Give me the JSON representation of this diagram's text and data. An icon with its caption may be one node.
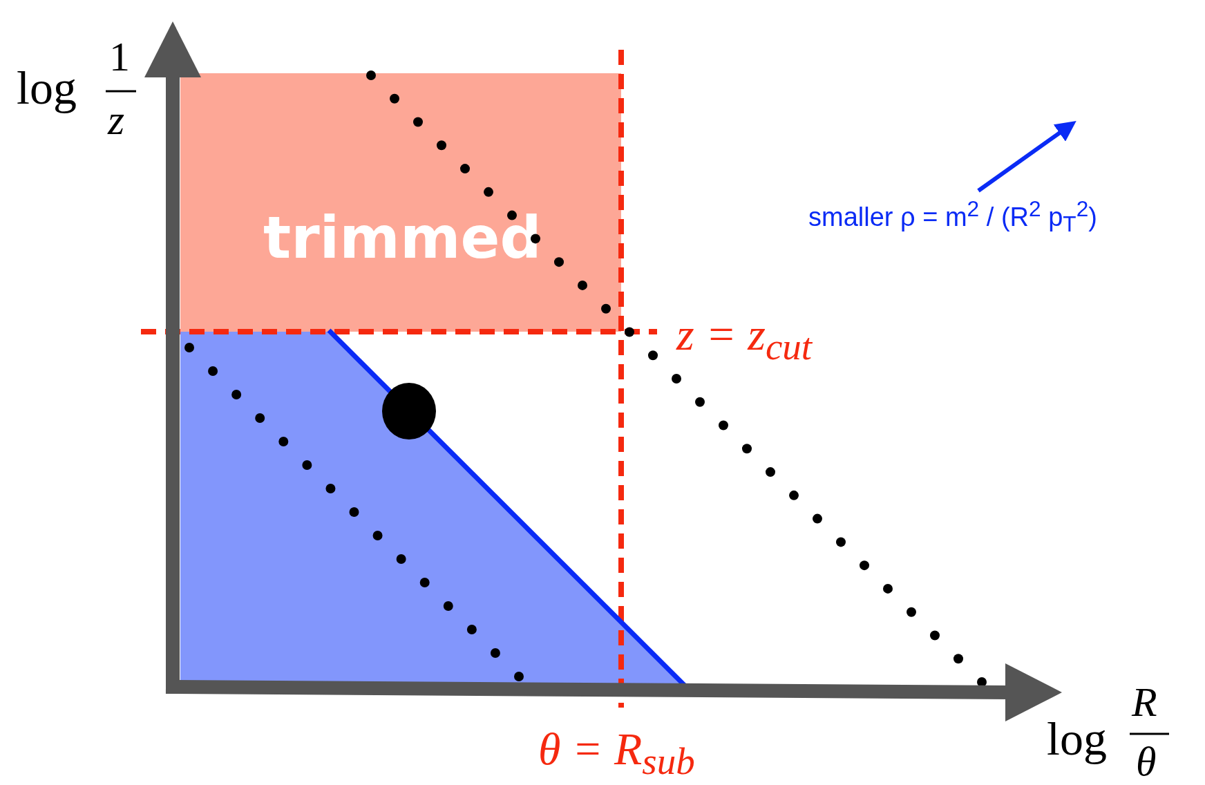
{
  "diagram": {
    "nodes": [
      {
        "text": [
          "trimmed"
        ]
      },
      {
        "text": [],
        "shape": "circle"
      }
    ],
    "labels": [
      "log",
      "1",
      "z",
      "log",
      "R",
      "θ",
      "z = z$_{cut}$",
      "θ = R$_{sub}$",
      "smaller ρ = m$^{2}$ / (R$^{2}$ p$_{T}$$^{2}$)"
    ]
  }
}
